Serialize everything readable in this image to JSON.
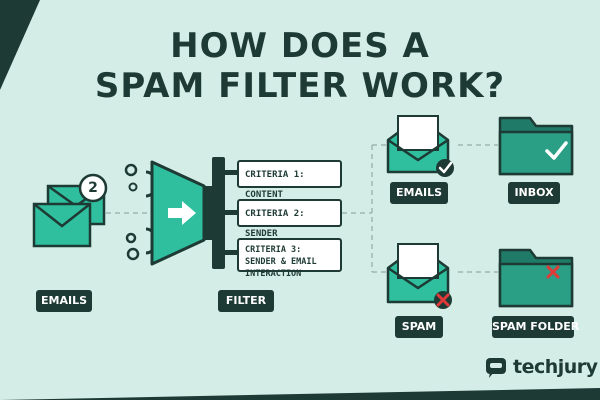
{
  "title": {
    "line1": "HOW DOES A",
    "line2": "SPAM FILTER WORK?"
  },
  "inputs": {
    "label": "EMAILS",
    "badge_count": "2"
  },
  "filter": {
    "label": "FILTER"
  },
  "criteria": [
    "CRITERIA 1: CONTENT",
    "CRITERIA 2: SENDER",
    "CRITERIA 3: SENDER & EMAIL INTERACTION"
  ],
  "outputs": {
    "good_emails_label": "EMAILS",
    "inbox_label": "INBOX",
    "spam_label": "SPAM",
    "spam_folder_label": "SPAM FOLDER"
  },
  "brand": {
    "name": "techjury"
  },
  "colors": {
    "background": "#d4ede6",
    "dark": "#1e3a34",
    "teal": "#2fbf9f",
    "teal_dark": "#1f7a68",
    "spam_red": "#e03a3a"
  }
}
